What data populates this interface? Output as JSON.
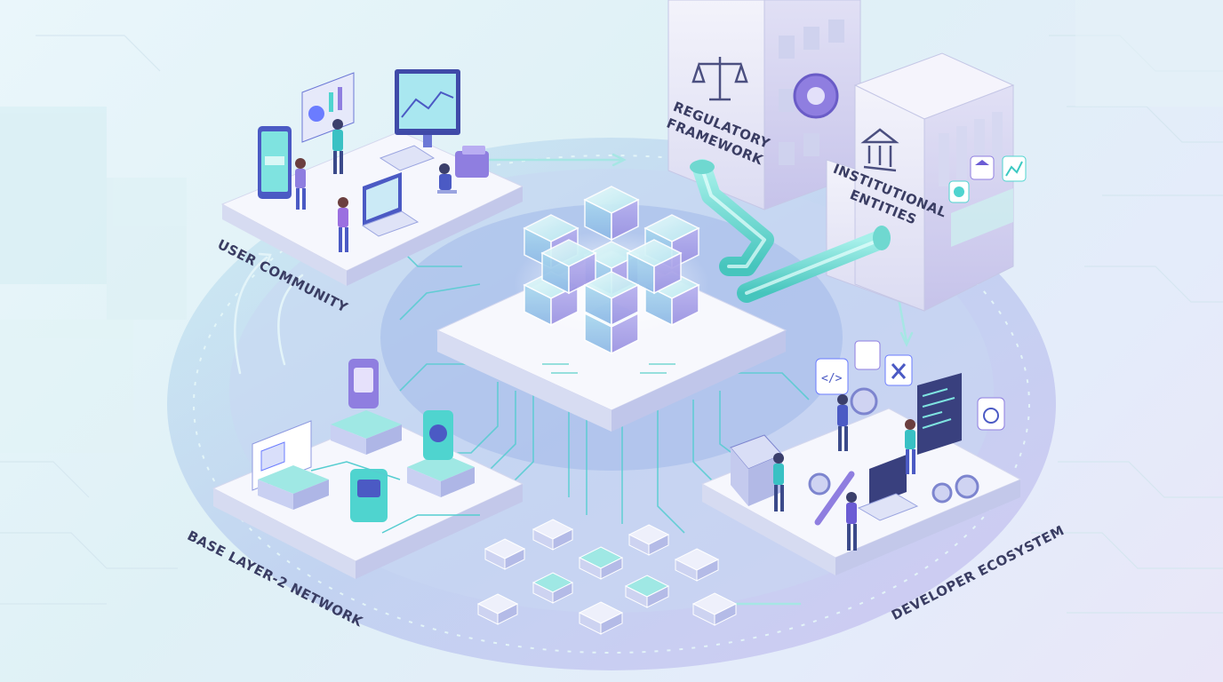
{
  "labels": {
    "user_community": "USER COMMUNITY",
    "base_network": "BASE LAYER-2 NETWORK",
    "developer_ecosystem": "DEVELOPER ECOSYSTEM",
    "regulatory_line1": "REGULATORY",
    "regulatory_line2": "FRAMEWORK",
    "institutional_line1": "INSTITUTIONAL",
    "institutional_line2": "ENTITIES"
  },
  "colors": {
    "accent": "#3cc9c2",
    "violet": "#8f7ee0",
    "platform": "#f4f6fc",
    "ring": "#b7c6ee",
    "text": "#3a3d63"
  },
  "icons": [
    "scales-icon",
    "gear-icon",
    "bank-icon",
    "dollar-icon",
    "chart-icon",
    "code-icon",
    "wrench-icon",
    "wallet-icon",
    "phone-icon",
    "laptop-icon"
  ]
}
